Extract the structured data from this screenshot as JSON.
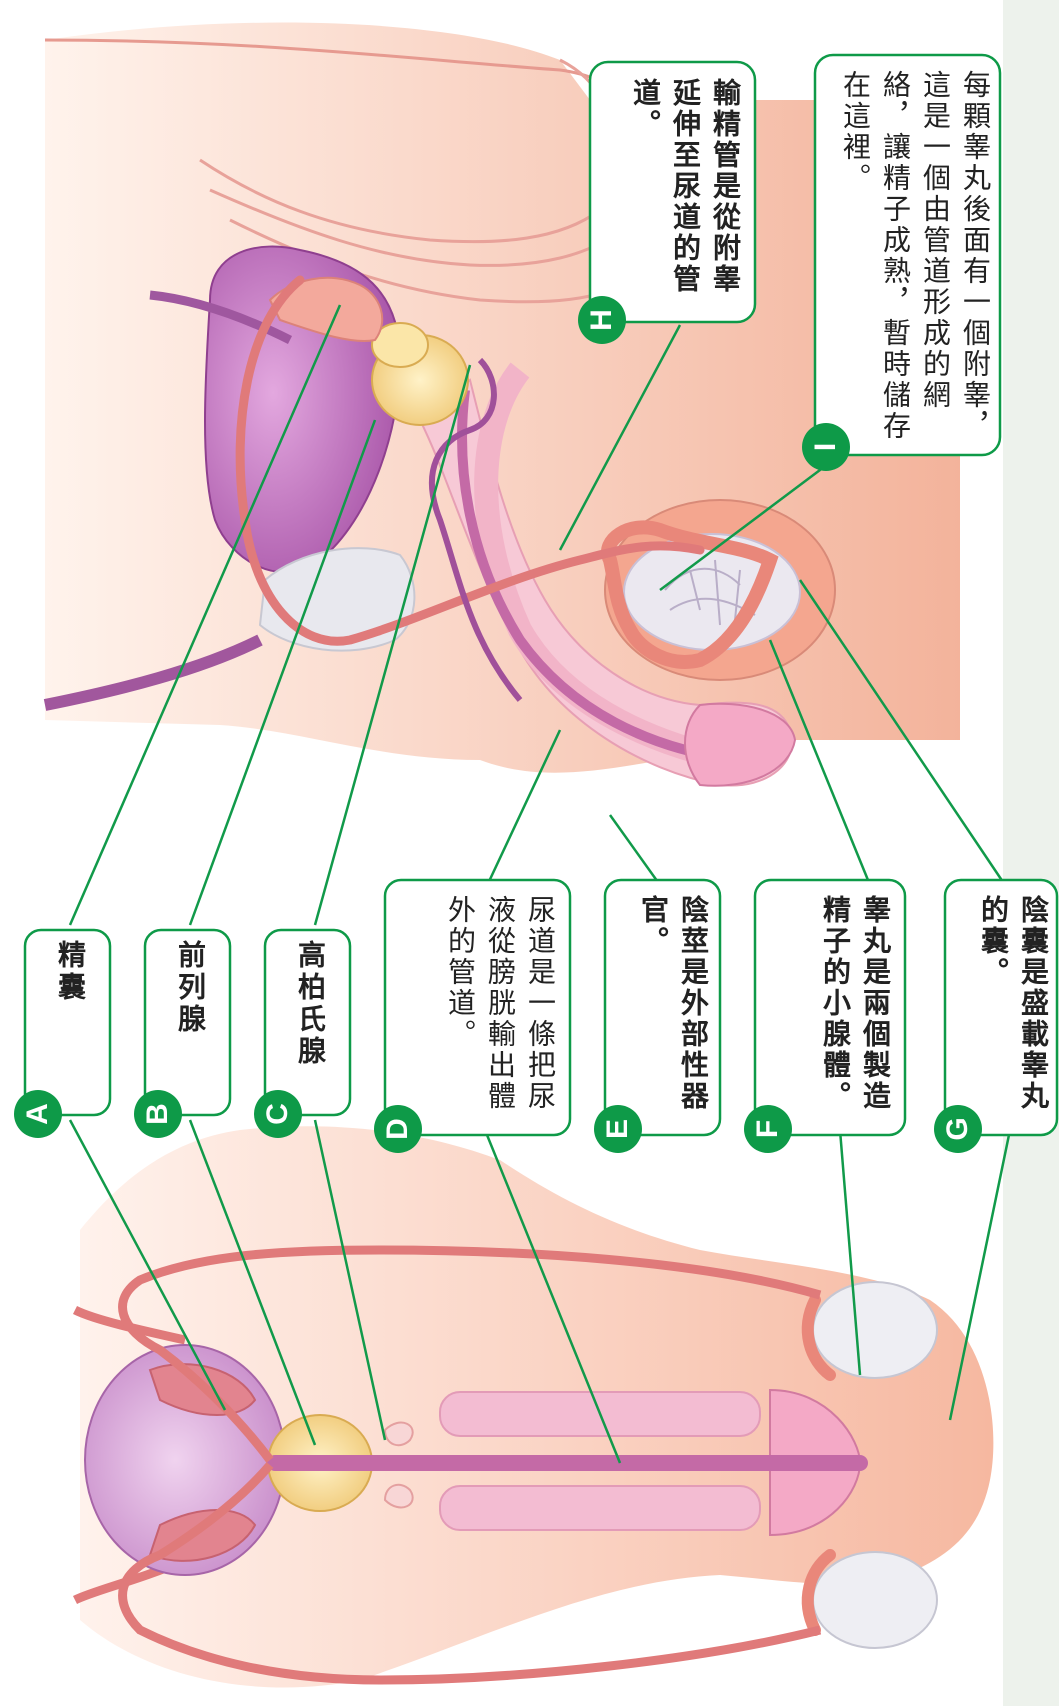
{
  "colors": {
    "callout_border": "#0e9a48",
    "leader_line": "#119a4a",
    "badge": "#0e9a48",
    "sidebar": "#edf2ec",
    "bladder": "#b665b6",
    "prostate": "#f2d48a",
    "urethra": "#c46aa6",
    "testis": "#e9e6ee",
    "skin": "#f5b9a2",
    "vas_deferens": "#e07a7a"
  },
  "labels": [
    {
      "letter": "A",
      "text": "精囊"
    },
    {
      "letter": "B",
      "text": "前列腺"
    },
    {
      "letter": "C",
      "text": "高柏氏腺"
    },
    {
      "letter": "D",
      "text": "尿道是一條把尿液從膀胱輸出體外的管道。"
    },
    {
      "letter": "E",
      "text": "陰莖是外部性器官。"
    },
    {
      "letter": "F",
      "text": "睾丸是兩個製造精子的小腺體。"
    },
    {
      "letter": "G",
      "text": "陰囊是盛載睾丸的囊。"
    },
    {
      "letter": "H",
      "text": "輸精管是從附睾延伸至尿道的管道。"
    },
    {
      "letter": "I",
      "text": "每顆睾丸後面有一個附睾，這是一個由管道形成的網絡，讓精子成熟，暫時儲存在這裡。"
    }
  ]
}
